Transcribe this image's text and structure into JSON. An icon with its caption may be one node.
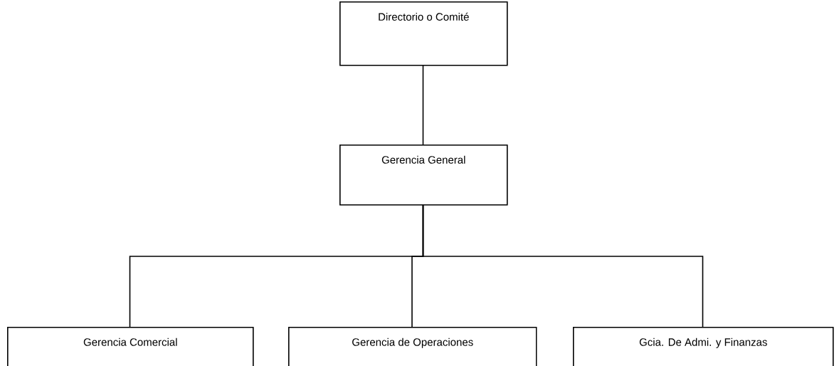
{
  "diagram": {
    "nodes": [
      {
        "text": [
          "Directorio o Comité"
        ]
      },
      {
        "text": [
          "Gerencia General"
        ]
      },
      {
        "text": [
          "Gerencia Comercial"
        ]
      },
      {
        "text": [
          "Gerencia de Operaciones"
        ]
      },
      {
        "text": [
          "Gcia. De Admi. y Finanzas"
        ]
      }
    ],
    "edges": [
      {
        "from": 0,
        "to": 1,
        "arrow": "none"
      },
      {
        "from": 1,
        "to": 2,
        "arrow": "none"
      },
      {
        "from": 1,
        "to": 3,
        "arrow": "none"
      },
      {
        "from": 1,
        "to": 4,
        "arrow": "none"
      }
    ]
  }
}
